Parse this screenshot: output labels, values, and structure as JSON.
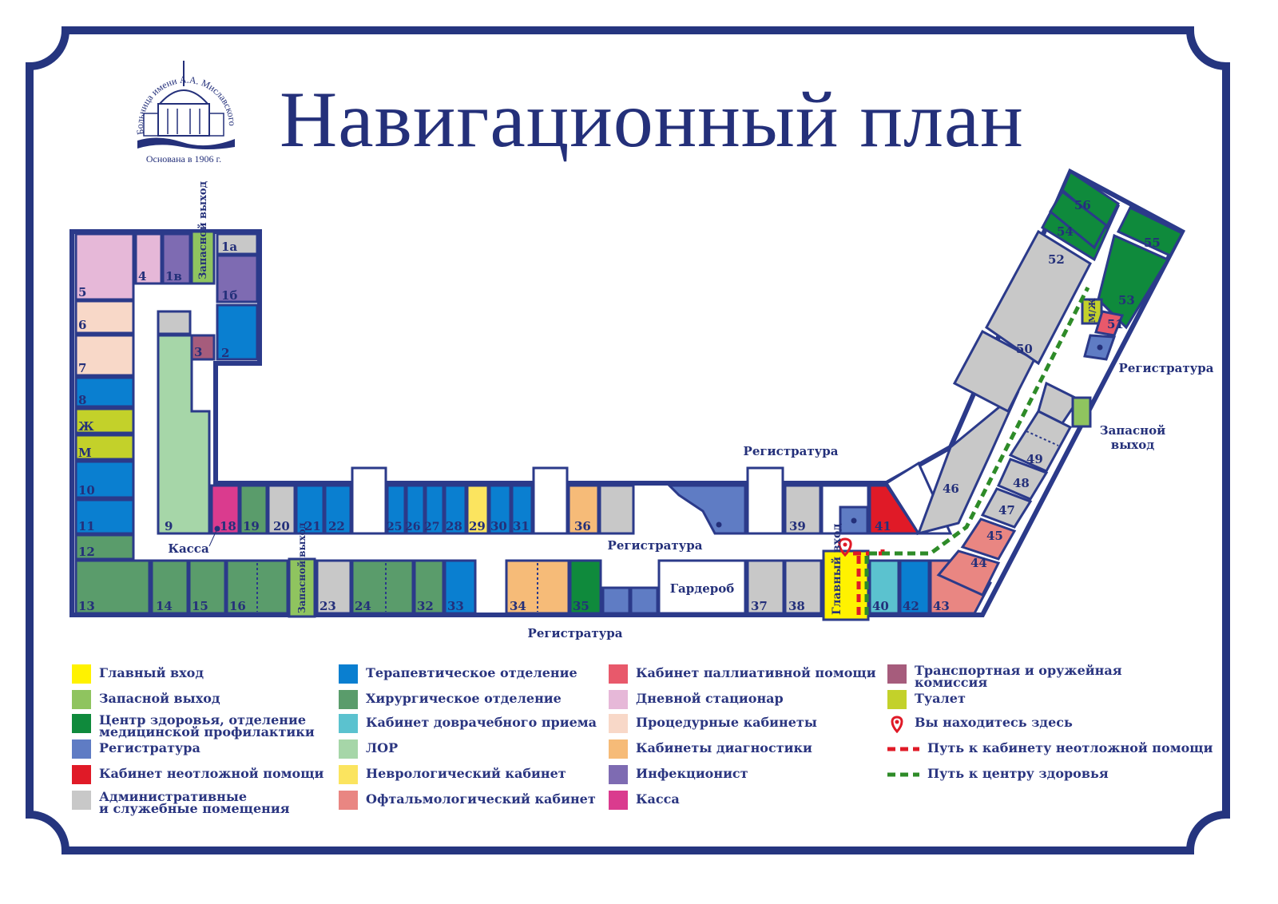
{
  "title": "Навигационный план",
  "logo": {
    "ring_text": "Больница имени А.А. Миславского",
    "founded": "Основана в 1906 г."
  },
  "colors": {
    "frame": "#25357f",
    "wall": "#2b3a8a",
    "main_entrance": "#fff200",
    "emergency_exit": "#8fc45f",
    "health_center": "#0f8a3c",
    "registry": "#5f7cc4",
    "urgent_care": "#e01a27",
    "admin": "#c8c8c8",
    "therapy": "#0a7fd0",
    "surgery": "#5a9c6b",
    "pre_doctor": "#5bc2cf",
    "ent": "#a6d6a8",
    "neurology": "#fbe45f",
    "ophthalmology": "#e98682",
    "palliative": "#e8596b",
    "day_hospital": "#e6b8d8",
    "procedure": "#f8d8c8",
    "diagnostics": "#f6bb78",
    "infectionist": "#7e6bb2",
    "cashier": "#da3b8e",
    "transport_commission": "#a65c7c",
    "toilet": "#c3d12a",
    "you_are_here": "#e01a27",
    "path_urgent": "#e01a27",
    "path_health": "#2e8b28"
  },
  "map": {
    "rooms": [
      "1а",
      "1б",
      "1в",
      "2",
      "3",
      "4",
      "5",
      "6",
      "7",
      "8",
      "Ж",
      "М",
      "9",
      "10",
      "11",
      "12",
      "13",
      "14",
      "15",
      "16",
      "18",
      "19",
      "20",
      "21",
      "22",
      "23",
      "24",
      "25",
      "26",
      "27",
      "28",
      "29",
      "30",
      "31",
      "32",
      "33",
      "34",
      "35",
      "36",
      "37",
      "38",
      "39",
      "40",
      "41",
      "42",
      "43",
      "44",
      "45",
      "46",
      "47",
      "48",
      "49",
      "50",
      "51",
      "52",
      "53",
      "54",
      "55",
      "56",
      "М/Ж"
    ],
    "labels": {
      "cashier": "Касса",
      "registry": "Регистратура",
      "wardrobe": "Гардероб",
      "main_entrance": "Главный вход",
      "emergency_exit": "Запасной выход"
    }
  },
  "legend": [
    {
      "label": "Главный вход",
      "color_key": "main_entrance"
    },
    {
      "label": "Запасной выход",
      "color_key": "emergency_exit"
    },
    {
      "label": "Центр здоровья, отделение\nмедицинской профилактики",
      "color_key": "health_center"
    },
    {
      "label": "Регистратура",
      "color_key": "registry"
    },
    {
      "label": "Кабинет неотложной помощи",
      "color_key": "urgent_care"
    },
    {
      "label": "Административные\nи служебные помещения",
      "color_key": "admin"
    },
    {
      "label": "Терапевтическое отделение",
      "color_key": "therapy"
    },
    {
      "label": "Хирургическое отделение",
      "color_key": "surgery"
    },
    {
      "label": "Кабинет доврачебного приема",
      "color_key": "pre_doctor"
    },
    {
      "label": "ЛОР",
      "color_key": "ent"
    },
    {
      "label": "Неврологический кабинет",
      "color_key": "neurology"
    },
    {
      "label": "Офтальмологический кабинет",
      "color_key": "ophthalmology"
    },
    {
      "label": "Кабинет паллиативной помощи",
      "color_key": "palliative"
    },
    {
      "label": "Дневной стационар",
      "color_key": "day_hospital"
    },
    {
      "label": "Процедурные кабинеты",
      "color_key": "procedure"
    },
    {
      "label": "Кабинеты диагностики",
      "color_key": "diagnostics"
    },
    {
      "label": "Инфекционист",
      "color_key": "infectionist"
    },
    {
      "label": "Касса",
      "color_key": "cashier"
    },
    {
      "label": "Транспортная и оружейная\nкомиссия",
      "color_key": "transport_commission"
    },
    {
      "label": "Туалет",
      "color_key": "toilet"
    },
    {
      "label": "Вы находитесь здесь",
      "color_key": "you_are_here",
      "icon": "location-pin-icon"
    },
    {
      "label": "Путь к кабинету неотложной помощи",
      "color_key": "path_urgent",
      "icon": "dashed-line-icon"
    },
    {
      "label": "Путь к центру здоровья",
      "color_key": "path_health",
      "icon": "dashed-line-icon"
    }
  ]
}
